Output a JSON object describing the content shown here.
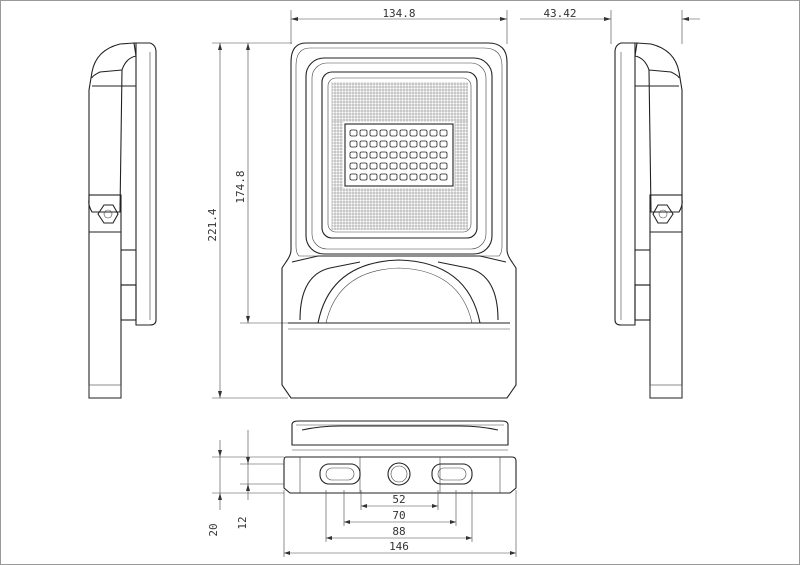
{
  "dimensions": {
    "width_total": "134.8",
    "depth": "43.42",
    "height_total": "221.4",
    "height_lamp": "174.8",
    "slot_spacing_1": "52",
    "slot_spacing_2": "70",
    "slot_spacing_3": "88",
    "bracket_width": "146",
    "bracket_height": "20",
    "bracket_inner_height": "12"
  }
}
